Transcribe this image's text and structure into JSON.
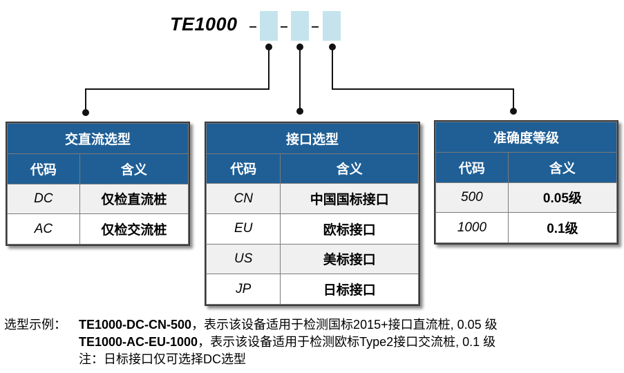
{
  "model": {
    "name": "TE1000",
    "separators": [
      "-",
      "-",
      "-"
    ]
  },
  "tables": {
    "ac_dc": {
      "title": "交直流选型",
      "headers": [
        "代码",
        "含义"
      ],
      "rows": [
        {
          "code": "DC",
          "meaning": "仅检直流桩"
        },
        {
          "code": "AC",
          "meaning": "仅检交流桩"
        }
      ]
    },
    "interface": {
      "title": "接口选型",
      "headers": [
        "代码",
        "含义"
      ],
      "rows": [
        {
          "code": "CN",
          "meaning": "中国国标接口"
        },
        {
          "code": "EU",
          "meaning": "欧标接口"
        },
        {
          "code": "US",
          "meaning": "美标接口"
        },
        {
          "code": "JP",
          "meaning": "日标接口"
        }
      ]
    },
    "accuracy": {
      "title": "准确度等级",
      "headers": [
        "代码",
        "含义"
      ],
      "rows": [
        {
          "code": "500",
          "meaning": "0.05级"
        },
        {
          "code": "1000",
          "meaning": "0.1级"
        }
      ]
    }
  },
  "notes": {
    "label": "选型示例：",
    "example1_code": "TE1000-DC-CN-500",
    "example1_desc": "，表示该设备适用于检测国标2015+接口直流桩, 0.05 级",
    "example2_code": "TE1000-AC-EU-1000",
    "example2_desc": "，表示该设备适用于检测欧标Type2接口交流桩, 0.1 级",
    "note": "注：日标接口仅可选择DC选型"
  },
  "colors": {
    "header_bg": "#1f5f96",
    "code_box": "#c5e3ec",
    "row_alt": "#f0f0f0"
  }
}
